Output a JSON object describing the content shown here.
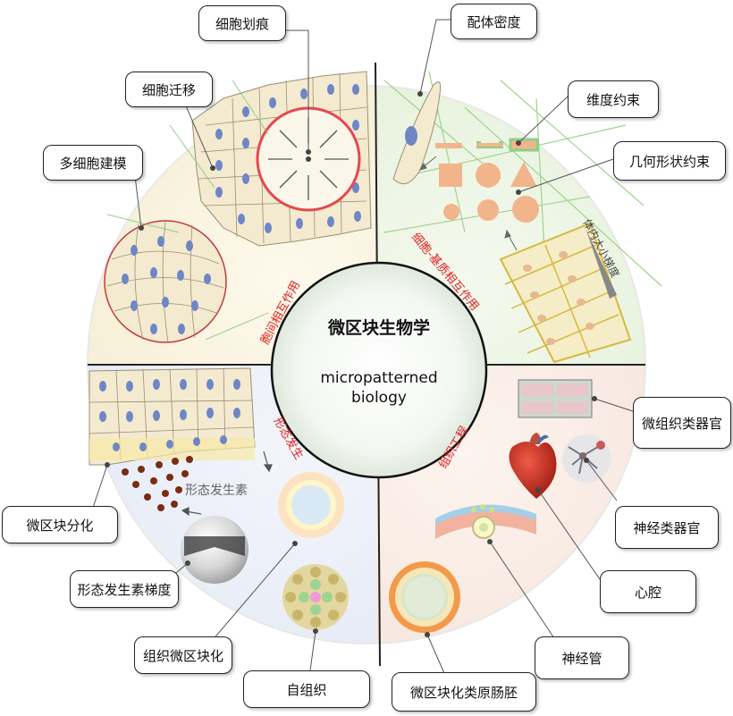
{
  "center": {
    "title": "微区块生物学",
    "subtitle_line1": "micropatterned",
    "subtitle_line2": "biology"
  },
  "quadrants": {
    "cell_cell": "胞间相互作用",
    "cell_matrix": "细胞-基质相互作用",
    "morphogenesis": "形态发生",
    "tissue_engineering": "组织工程"
  },
  "labels": {
    "wound": "细胞划痕",
    "migration": "细胞迁移",
    "multicell": "多细胞建模",
    "density": "配体密度",
    "dimension": "维度约束",
    "geometry": "几何形状约束",
    "gradient_size": "体内大小梯度",
    "morphogen": "形态发生素",
    "differentiation": "微区块分化",
    "morphogen_gradient": "形态发生素梯度",
    "tissue_patterning": "组织微区块化",
    "self_org": "自组织",
    "micro_organoid": "微组织类器官",
    "neural_organoid": "神经类器官",
    "heart": "心腔",
    "neural_tube": "神经管",
    "gastruloid": "微区块化类原肠胚"
  },
  "colors": {
    "cell_nucleus": "#6f86c6",
    "cell_fill": "#f3ead0",
    "wound_ring": "#e5484d",
    "quadrant_red": "#e02020"
  }
}
